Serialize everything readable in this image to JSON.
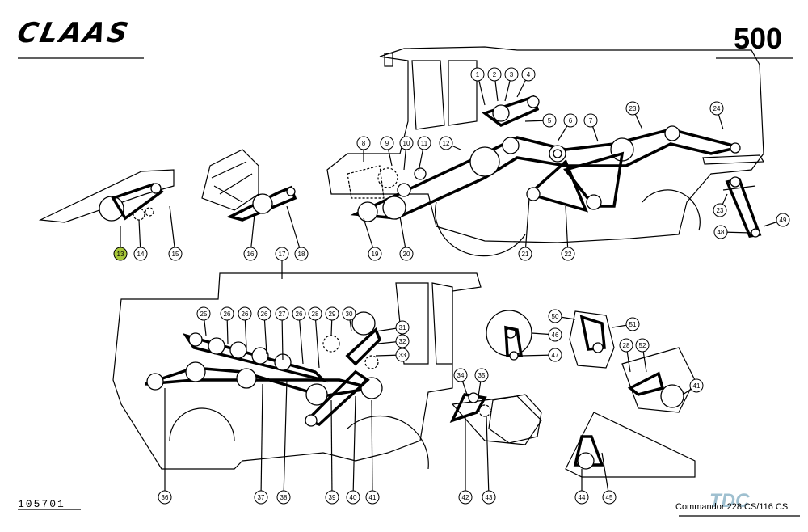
{
  "header": {
    "brand": "CLAAS",
    "page_number": "500"
  },
  "footer": {
    "reference_code": "105701",
    "model": "Commandor 228 CS/116 CS",
    "watermark": "TDC"
  },
  "callouts": [
    {
      "id": "c1",
      "label": "1"
    },
    {
      "id": "c2",
      "label": "2"
    },
    {
      "id": "c3",
      "label": "3"
    },
    {
      "id": "c4",
      "label": "4"
    },
    {
      "id": "c5",
      "label": "5"
    },
    {
      "id": "c6",
      "label": "6"
    },
    {
      "id": "c7",
      "label": "7"
    },
    {
      "id": "c8",
      "label": "8"
    },
    {
      "id": "c9",
      "label": "9"
    },
    {
      "id": "c10",
      "label": "10"
    },
    {
      "id": "c11",
      "label": "11"
    },
    {
      "id": "c12",
      "label": "12"
    },
    {
      "id": "c13",
      "label": "13",
      "highlighted": true
    },
    {
      "id": "c14",
      "label": "14"
    },
    {
      "id": "c15",
      "label": "15"
    },
    {
      "id": "c16",
      "label": "16"
    },
    {
      "id": "c17",
      "label": "17"
    },
    {
      "id": "c18",
      "label": "18"
    },
    {
      "id": "c19",
      "label": "19"
    },
    {
      "id": "c20",
      "label": "20"
    },
    {
      "id": "c21",
      "label": "21"
    },
    {
      "id": "c22",
      "label": "22"
    },
    {
      "id": "c23a",
      "label": "23"
    },
    {
      "id": "c24",
      "label": "24"
    },
    {
      "id": "c23b",
      "label": "23"
    },
    {
      "id": "c48",
      "label": "48"
    },
    {
      "id": "c49",
      "label": "49"
    },
    {
      "id": "c25",
      "label": "25"
    },
    {
      "id": "c26a",
      "label": "26"
    },
    {
      "id": "c26b",
      "label": "26"
    },
    {
      "id": "c26c",
      "label": "26"
    },
    {
      "id": "c27",
      "label": "27"
    },
    {
      "id": "c26d",
      "label": "26"
    },
    {
      "id": "c28a",
      "label": "28"
    },
    {
      "id": "c29",
      "label": "29"
    },
    {
      "id": "c30",
      "label": "30"
    },
    {
      "id": "c31",
      "label": "31"
    },
    {
      "id": "c32",
      "label": "32"
    },
    {
      "id": "c33",
      "label": "33"
    },
    {
      "id": "c34",
      "label": "34"
    },
    {
      "id": "c35",
      "label": "35"
    },
    {
      "id": "c50",
      "label": "50"
    },
    {
      "id": "c46",
      "label": "46"
    },
    {
      "id": "c47",
      "label": "47"
    },
    {
      "id": "c51",
      "label": "51"
    },
    {
      "id": "c28b",
      "label": "28"
    },
    {
      "id": "c52",
      "label": "52"
    },
    {
      "id": "c41b",
      "label": "41"
    },
    {
      "id": "c36",
      "label": "36"
    },
    {
      "id": "c37",
      "label": "37"
    },
    {
      "id": "c38",
      "label": "38"
    },
    {
      "id": "c39",
      "label": "39"
    },
    {
      "id": "c40",
      "label": "40"
    },
    {
      "id": "c41a",
      "label": "41"
    },
    {
      "id": "c42",
      "label": "42"
    },
    {
      "id": "c43",
      "label": "43"
    },
    {
      "id": "c44",
      "label": "44"
    },
    {
      "id": "c45",
      "label": "45"
    }
  ],
  "colors": {
    "line": "#000000",
    "background": "#ffffff",
    "highlight": "#a8c83a",
    "watermark": "#8fb6c8"
  }
}
